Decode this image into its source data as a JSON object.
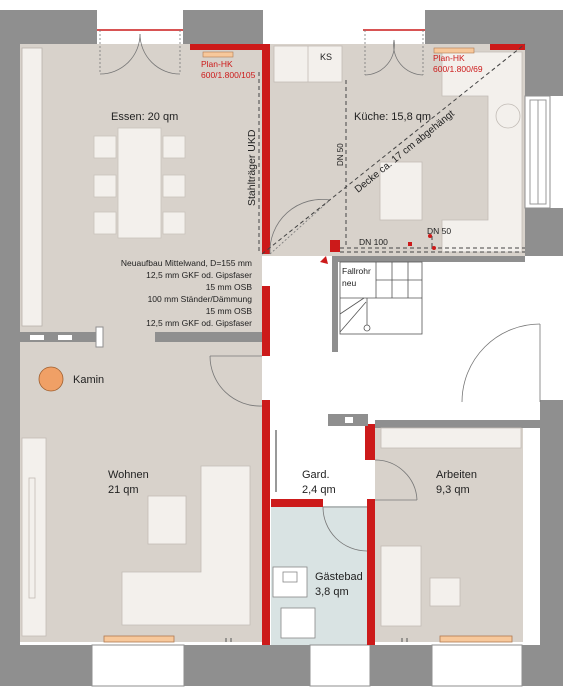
{
  "colors": {
    "wall": "#8f8f8f",
    "floor": "#d8d2cb",
    "bath": "#d9e3e3",
    "hall": "#ffffff",
    "accent": "#cc1a1a",
    "furniture": "#f3f0ec",
    "fireplace": "#f0a066",
    "heater": "#f7c89b"
  },
  "rooms": {
    "essen": {
      "name": "Essen: 20 qm"
    },
    "kueche": {
      "name": "Küche: 15,8 qm"
    },
    "wohnen": {
      "name": "Wohnen",
      "area": "21 qm"
    },
    "garderobe": {
      "name": "Gard.",
      "area": "2,4 qm"
    },
    "gaestebad": {
      "name": "Gästebad",
      "area": "3,8 qm"
    },
    "arbeiten": {
      "name": "Arbeiten",
      "area": "9,3 qm"
    }
  },
  "labels": {
    "heater_left": [
      "Plan-HK",
      "600/1.800/105"
    ],
    "heater_right": [
      "Plan-HK",
      "600/1.800/69"
    ],
    "ks": "KS",
    "stahltraeger": "Stahlträger UKD",
    "dn50_vertical": "DN 50",
    "dn50_small": "DN 50",
    "dn100": "DN 100",
    "decke": "Decke ca. 17 cm abgehängt",
    "fallrohr": [
      "Fallrohr",
      "neu"
    ],
    "kamin": "Kamin",
    "wall_spec": [
      "Neuaufbau Mittelwand, D=155 mm",
      "12,5 mm GKF od. Gipsfaser",
      "15 mm OSB",
      "100 mm Ständer/Dämmung",
      "15 mm OSB",
      "12,5 mm GKF od. Gipsfaser"
    ]
  }
}
